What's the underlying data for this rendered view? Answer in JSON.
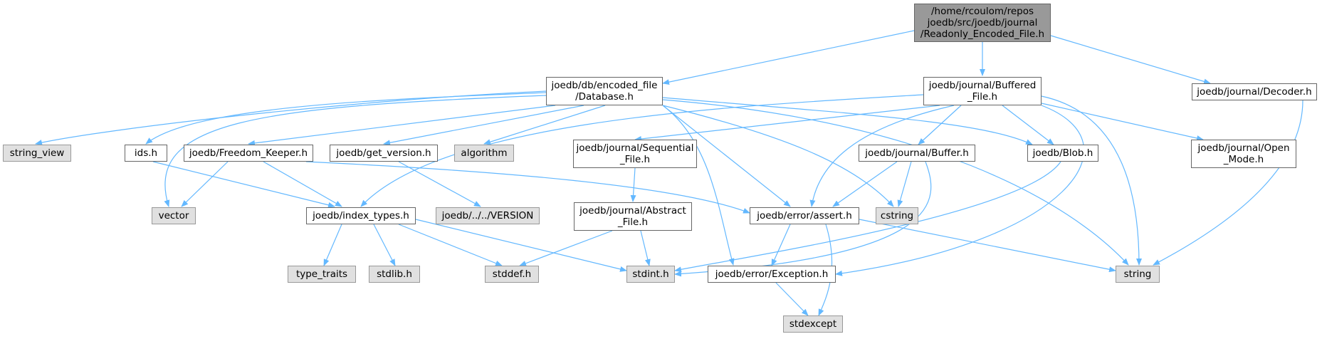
{
  "colors": {
    "edge": "#63b8ff",
    "root_fill": "#999999",
    "system_fill": "#e0e0e0",
    "node_border": "#666666"
  },
  "nodes": {
    "root": {
      "lines": [
        "/home/rcoulom/repos",
        "joedb/src/joedb/journal",
        "/Readonly_Encoded_File.h"
      ]
    },
    "database": {
      "lines": [
        "joedb/db/encoded_file",
        "/Database.h"
      ]
    },
    "buffered_file": {
      "lines": [
        "joedb/journal/Buffered",
        "_File.h"
      ]
    },
    "decoder": {
      "lines": [
        "joedb/journal/Decoder.h"
      ]
    },
    "string_view": {
      "lines": [
        "string_view"
      ]
    },
    "ids": {
      "lines": [
        "ids.h"
      ]
    },
    "freedom_keeper": {
      "lines": [
        "joedb/Freedom_Keeper.h"
      ]
    },
    "get_version": {
      "lines": [
        "joedb/get_version.h"
      ]
    },
    "algorithm": {
      "lines": [
        "algorithm"
      ]
    },
    "sequential_file": {
      "lines": [
        "joedb/journal/Sequential",
        "_File.h"
      ]
    },
    "buffer": {
      "lines": [
        "joedb/journal/Buffer.h"
      ]
    },
    "blob": {
      "lines": [
        "joedb/Blob.h"
      ]
    },
    "open_mode": {
      "lines": [
        "joedb/journal/Open",
        "_Mode.h"
      ]
    },
    "vector": {
      "lines": [
        "vector"
      ]
    },
    "index_types": {
      "lines": [
        "joedb/index_types.h"
      ]
    },
    "version": {
      "lines": [
        "joedb/../../VERSION"
      ]
    },
    "abstract_file": {
      "lines": [
        "joedb/journal/Abstract",
        "_File.h"
      ]
    },
    "assert": {
      "lines": [
        "joedb/error/assert.h"
      ]
    },
    "cstring": {
      "lines": [
        "cstring"
      ]
    },
    "type_traits": {
      "lines": [
        "type_traits"
      ]
    },
    "stdlib": {
      "lines": [
        "stdlib.h"
      ]
    },
    "stddef": {
      "lines": [
        "stddef.h"
      ]
    },
    "stdint": {
      "lines": [
        "stdint.h"
      ]
    },
    "exception": {
      "lines": [
        "joedb/error/Exception.h"
      ]
    },
    "string": {
      "lines": [
        "string"
      ]
    },
    "stdexcept": {
      "lines": [
        "stdexcept"
      ]
    }
  }
}
